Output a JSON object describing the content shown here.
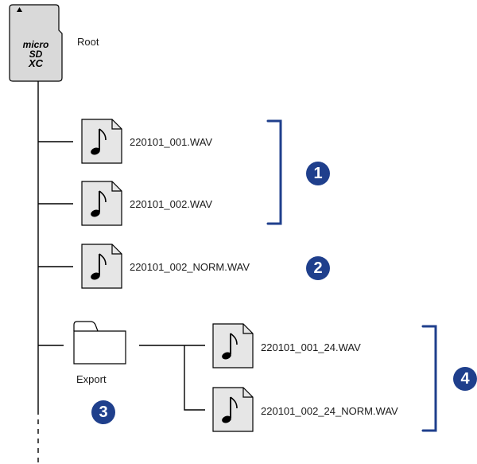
{
  "root": {
    "label": "Root",
    "card_lines": [
      "micro",
      "SD",
      "XC"
    ]
  },
  "files": [
    {
      "name": "220101_001.WAV"
    },
    {
      "name": "220101_002.WAV"
    },
    {
      "name": "220101_002_NORM.WAV"
    }
  ],
  "folder": {
    "label": "Export",
    "files": [
      {
        "name": "220101_001_24.WAV"
      },
      {
        "name": "220101_002_24_NORM.WAV"
      }
    ]
  },
  "badges": [
    "1",
    "2",
    "3",
    "4"
  ],
  "colors": {
    "accent": "#1f3f8c",
    "line": "#000000",
    "icon_fill": "#e6e6e6",
    "card_fill": "#d9d9d9"
  }
}
